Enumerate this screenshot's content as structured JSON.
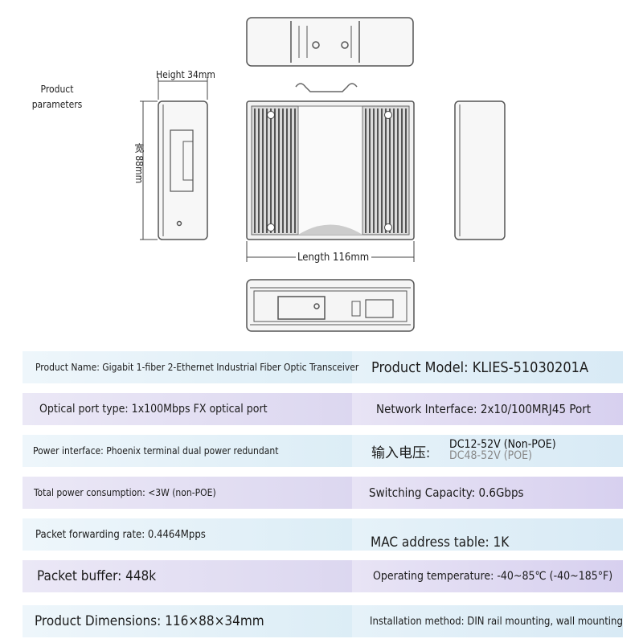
{
  "drawing": {
    "side_label": "Product parameters",
    "height_label": "Height 34mm",
    "width_label": "宽 88mm",
    "length_label": "Length 116mm"
  },
  "specs": [
    {
      "left": "Product Name: Gigabit 1-fiber 2-Ethernet Industrial Fiber Optic Transceiver",
      "right": "Product Model: KLIES-51030201A"
    },
    {
      "left": "Optical port type: 1x100Mbps FX optical port",
      "right": "Network Interface: 2x10/100MRJ45 Port"
    },
    {
      "left": "Power interface: Phoenix terminal dual power redundant",
      "right_label": "输入电压:",
      "right_line1": "DC12-52V (Non-POE)",
      "right_line2": "DC48-52V (POE)"
    },
    {
      "left": "Total power consumption: <3W (non-POE)",
      "right": "Switching Capacity: 0.6Gbps"
    },
    {
      "left": "Packet forwarding rate: 0.4464Mpps",
      "right": "MAC address table: 1K"
    },
    {
      "left": "Packet buffer: 448k",
      "right": "Operating temperature: -40~85℃ (-40~185°F)"
    },
    {
      "left": "Product Dimensions: 116×88×34mm",
      "right": "Installation method: DIN rail mounting, wall mounting"
    }
  ],
  "colors": {
    "row_blue": "#dcedf6",
    "row_lavender": "#dcd7f0",
    "line": "#555555"
  }
}
